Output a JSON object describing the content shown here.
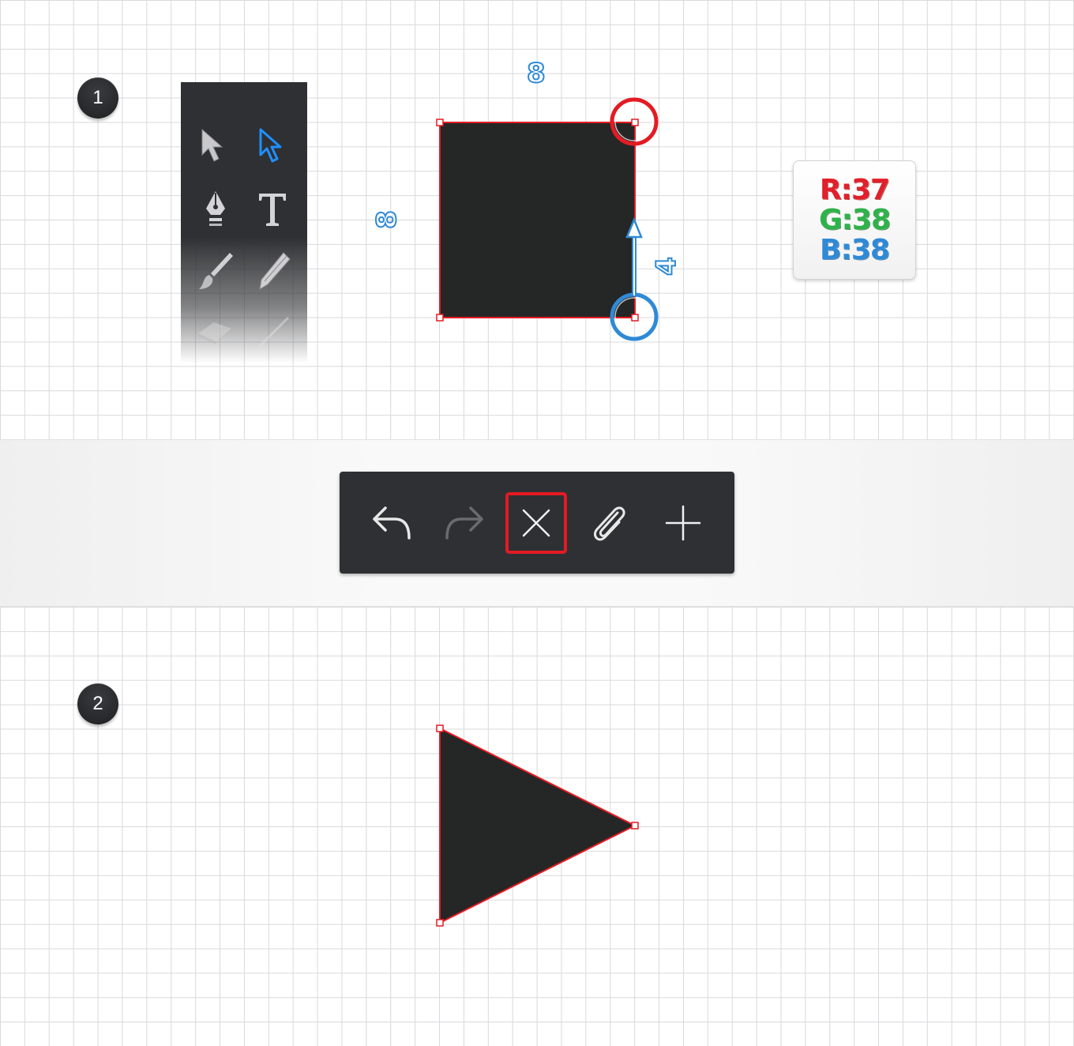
{
  "steps": [
    {
      "number": "1"
    },
    {
      "number": "2"
    }
  ],
  "toolbox": {
    "tools": [
      "selection-tool",
      "direct-selection-tool",
      "pen-tool",
      "type-tool",
      "brush-tool",
      "pencil-tool",
      "eraser-tool",
      "line-tool"
    ],
    "active_tool": "direct-selection-tool"
  },
  "dimensions": {
    "width": "8",
    "height": "8",
    "move": "4"
  },
  "color_card": {
    "r": "R:37",
    "g": "G:38",
    "b": "B:38"
  },
  "actionbar": {
    "buttons": [
      "undo",
      "redo",
      "delete",
      "attach",
      "add"
    ],
    "selected": "delete"
  },
  "colors": {
    "shape_fill": "#252626",
    "anchor_stroke": "#e31b23",
    "highlight_blue": "#2f8ad6",
    "toolbar_bg": "#2f3034"
  }
}
